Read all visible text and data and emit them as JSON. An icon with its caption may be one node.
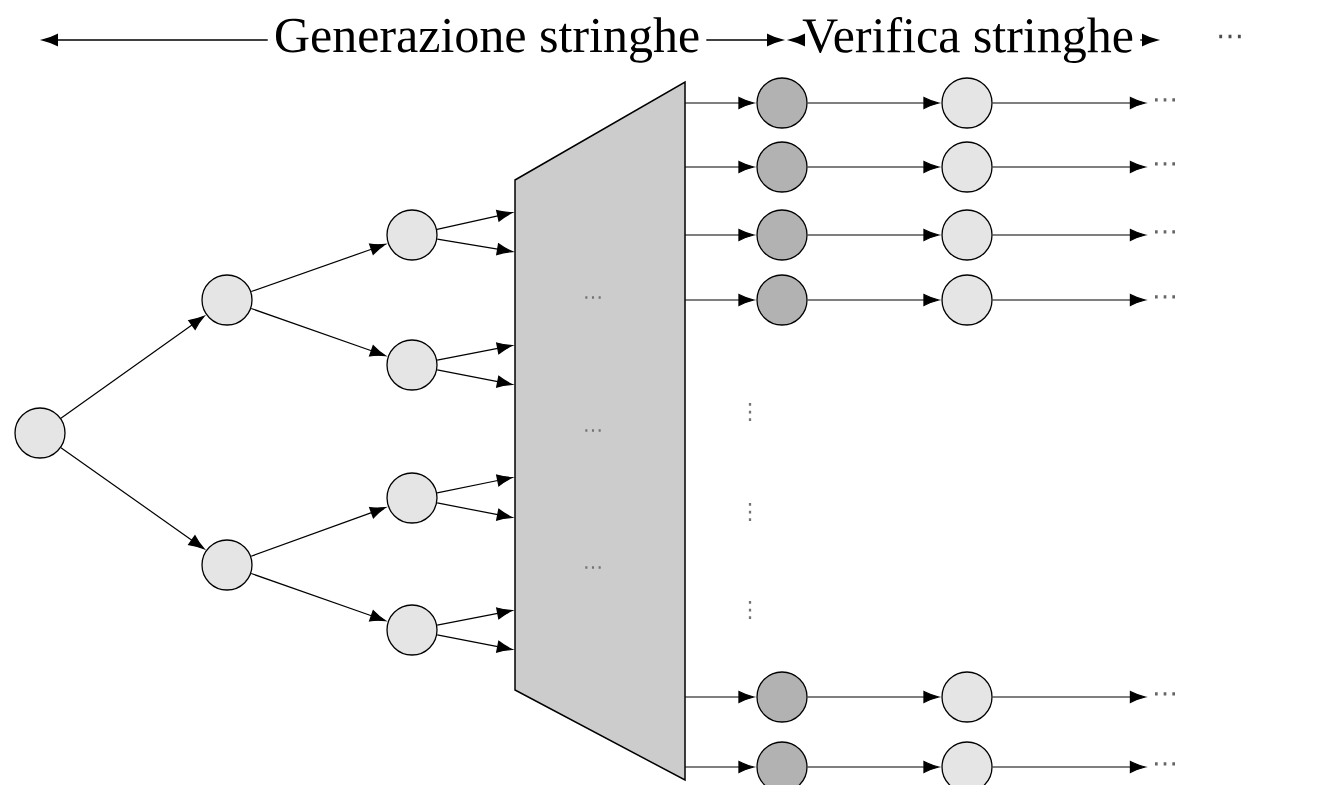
{
  "diagram": {
    "nodes": [
      {
        "text": [],
        "shape": "circle"
      },
      {
        "text": [],
        "shape": "circle"
      },
      {
        "text": [],
        "shape": "circle"
      },
      {
        "text": [],
        "shape": "circle"
      },
      {
        "text": [],
        "shape": "circle"
      },
      {
        "text": [],
        "shape": "circle"
      },
      {
        "text": [],
        "shape": "circle"
      },
      {
        "text": [
          "⋯",
          "⋯",
          "⋯"
        ]
      },
      {
        "text": [],
        "shape": "circle"
      },
      {
        "text": [],
        "shape": "circle"
      },
      {
        "text": [
          "⋯"
        ]
      },
      {
        "text": [],
        "shape": "circle"
      },
      {
        "text": [],
        "shape": "circle"
      },
      {
        "text": [
          "⋯"
        ]
      },
      {
        "text": [],
        "shape": "circle"
      },
      {
        "text": [],
        "shape": "circle"
      },
      {
        "text": [
          "⋯"
        ]
      },
      {
        "text": [],
        "shape": "circle"
      },
      {
        "text": [],
        "shape": "circle"
      },
      {
        "text": [
          "⋯"
        ]
      },
      {
        "text": [],
        "shape": "circle"
      },
      {
        "text": [],
        "shape": "circle"
      },
      {
        "text": [
          "⋯"
        ]
      },
      {
        "text": [],
        "shape": "circle"
      },
      {
        "text": [],
        "shape": "circle"
      },
      {
        "text": [
          "⋯"
        ]
      }
    ],
    "edges": [
      {
        "from": 0,
        "to": 1,
        "arrow": "to"
      },
      {
        "from": 0,
        "to": 2,
        "arrow": "to"
      },
      {
        "from": 1,
        "to": 3,
        "arrow": "to"
      },
      {
        "from": 1,
        "to": 4,
        "arrow": "to"
      },
      {
        "from": 2,
        "to": 5,
        "arrow": "to"
      },
      {
        "from": 2,
        "to": 6,
        "arrow": "to"
      },
      {
        "from": 3,
        "to": 7,
        "arrow": "to"
      },
      {
        "from": 3,
        "to": 7,
        "arrow": "to"
      },
      {
        "from": 4,
        "to": 7,
        "arrow": "to"
      },
      {
        "from": 4,
        "to": 7,
        "arrow": "to"
      },
      {
        "from": 5,
        "to": 7,
        "arrow": "to"
      },
      {
        "from": 5,
        "to": 7,
        "arrow": "to"
      },
      {
        "from": 6,
        "to": 7,
        "arrow": "to"
      },
      {
        "from": 6,
        "to": 7,
        "arrow": "to"
      },
      {
        "from": 7,
        "to": 8,
        "arrow": "to"
      },
      {
        "from": 8,
        "to": 9,
        "arrow": "to"
      },
      {
        "from": 9,
        "to": 10,
        "arrow": "to"
      },
      {
        "from": 7,
        "to": 11,
        "arrow": "to"
      },
      {
        "from": 11,
        "to": 12,
        "arrow": "to"
      },
      {
        "from": 12,
        "to": 13,
        "arrow": "to"
      },
      {
        "from": 7,
        "to": 14,
        "arrow": "to"
      },
      {
        "from": 14,
        "to": 15,
        "arrow": "to"
      },
      {
        "from": 15,
        "to": 16,
        "arrow": "to"
      },
      {
        "from": 7,
        "to": 17,
        "arrow": "to"
      },
      {
        "from": 17,
        "to": 18,
        "arrow": "to"
      },
      {
        "from": 18,
        "to": 19,
        "arrow": "to"
      },
      {
        "from": 7,
        "to": 20,
        "arrow": "to"
      },
      {
        "from": 20,
        "to": 21,
        "arrow": "to"
      },
      {
        "from": 21,
        "to": 22,
        "arrow": "to"
      },
      {
        "from": 7,
        "to": 23,
        "arrow": "to"
      },
      {
        "from": 23,
        "to": 24,
        "arrow": "to"
      },
      {
        "from": 24,
        "to": 25,
        "arrow": "to"
      }
    ],
    "labels": [
      "Generazione stringhe",
      "Verifica stringhe",
      "⋯",
      "⋮",
      "⋮",
      "⋮"
    ]
  }
}
